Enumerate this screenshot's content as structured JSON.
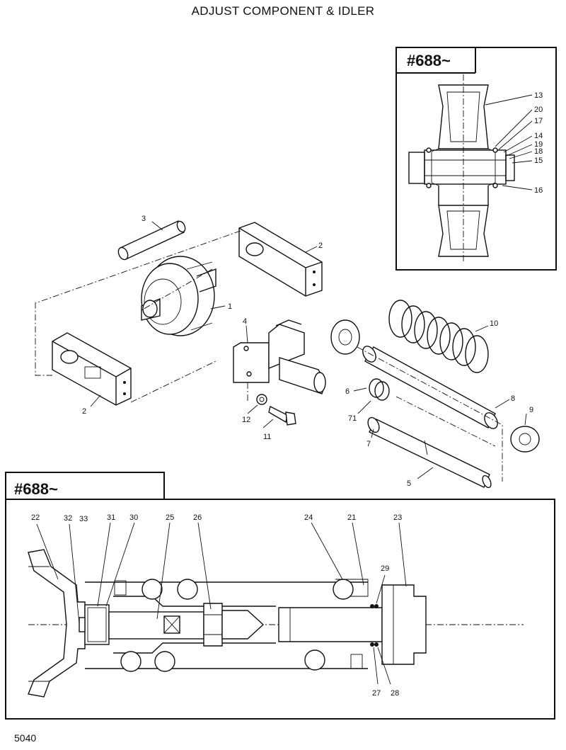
{
  "title": "ADJUST COMPONENT & IDLER",
  "page_number": "5040",
  "inset_top": {
    "header": "#688~"
  },
  "inset_bottom": {
    "header": "#688~"
  },
  "callouts_main": [
    "1",
    "2",
    "2",
    "3",
    "4",
    "5",
    "6",
    "7",
    "71",
    "8",
    "9",
    "10",
    "11",
    "12"
  ],
  "callouts_top_inset": [
    "13",
    "20",
    "17",
    "14",
    "19",
    "18",
    "15",
    "16"
  ],
  "callouts_bottom_inset": [
    "22",
    "32",
    "33",
    "31",
    "30",
    "25",
    "26",
    "24",
    "21",
    "23",
    "29",
    "27",
    "28"
  ]
}
